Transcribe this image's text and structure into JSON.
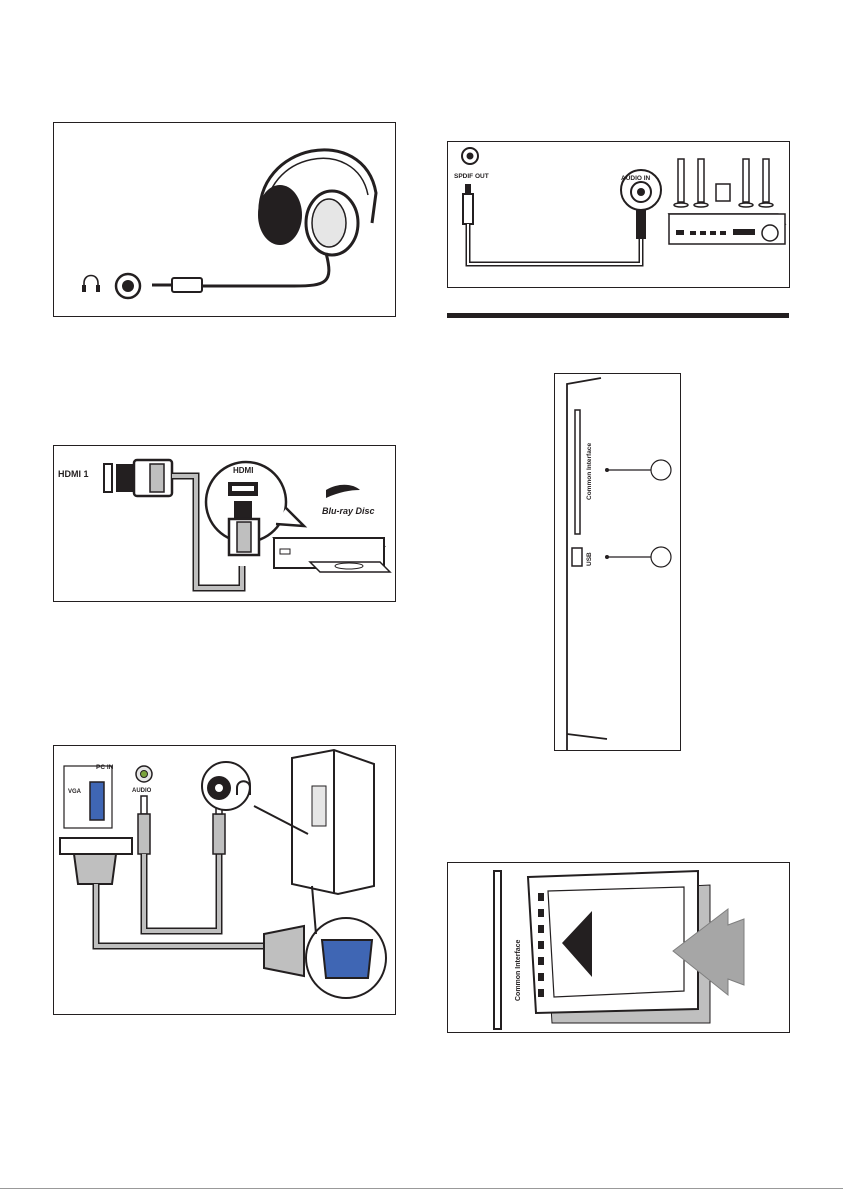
{
  "headphones": {
    "headphone_symbol": "headphone-icon"
  },
  "spdif": {
    "spdif_out_label": "SPDIF OUT",
    "audio_in_label": "AUDIO IN"
  },
  "hdmi": {
    "hdmi1_label": "HDMI 1",
    "hdmi_label": "HDMI",
    "bluray_logo_text": "Blu-ray Disc"
  },
  "side_panel": {
    "common_interface_label": "Common Interface",
    "usb_label": "USB"
  },
  "pc": {
    "pc_in_label": "PC IN",
    "vga_label": "VGA",
    "audio_label": "AUDIO"
  },
  "ci_insert": {
    "common_interface_label": "Common Interface"
  }
}
